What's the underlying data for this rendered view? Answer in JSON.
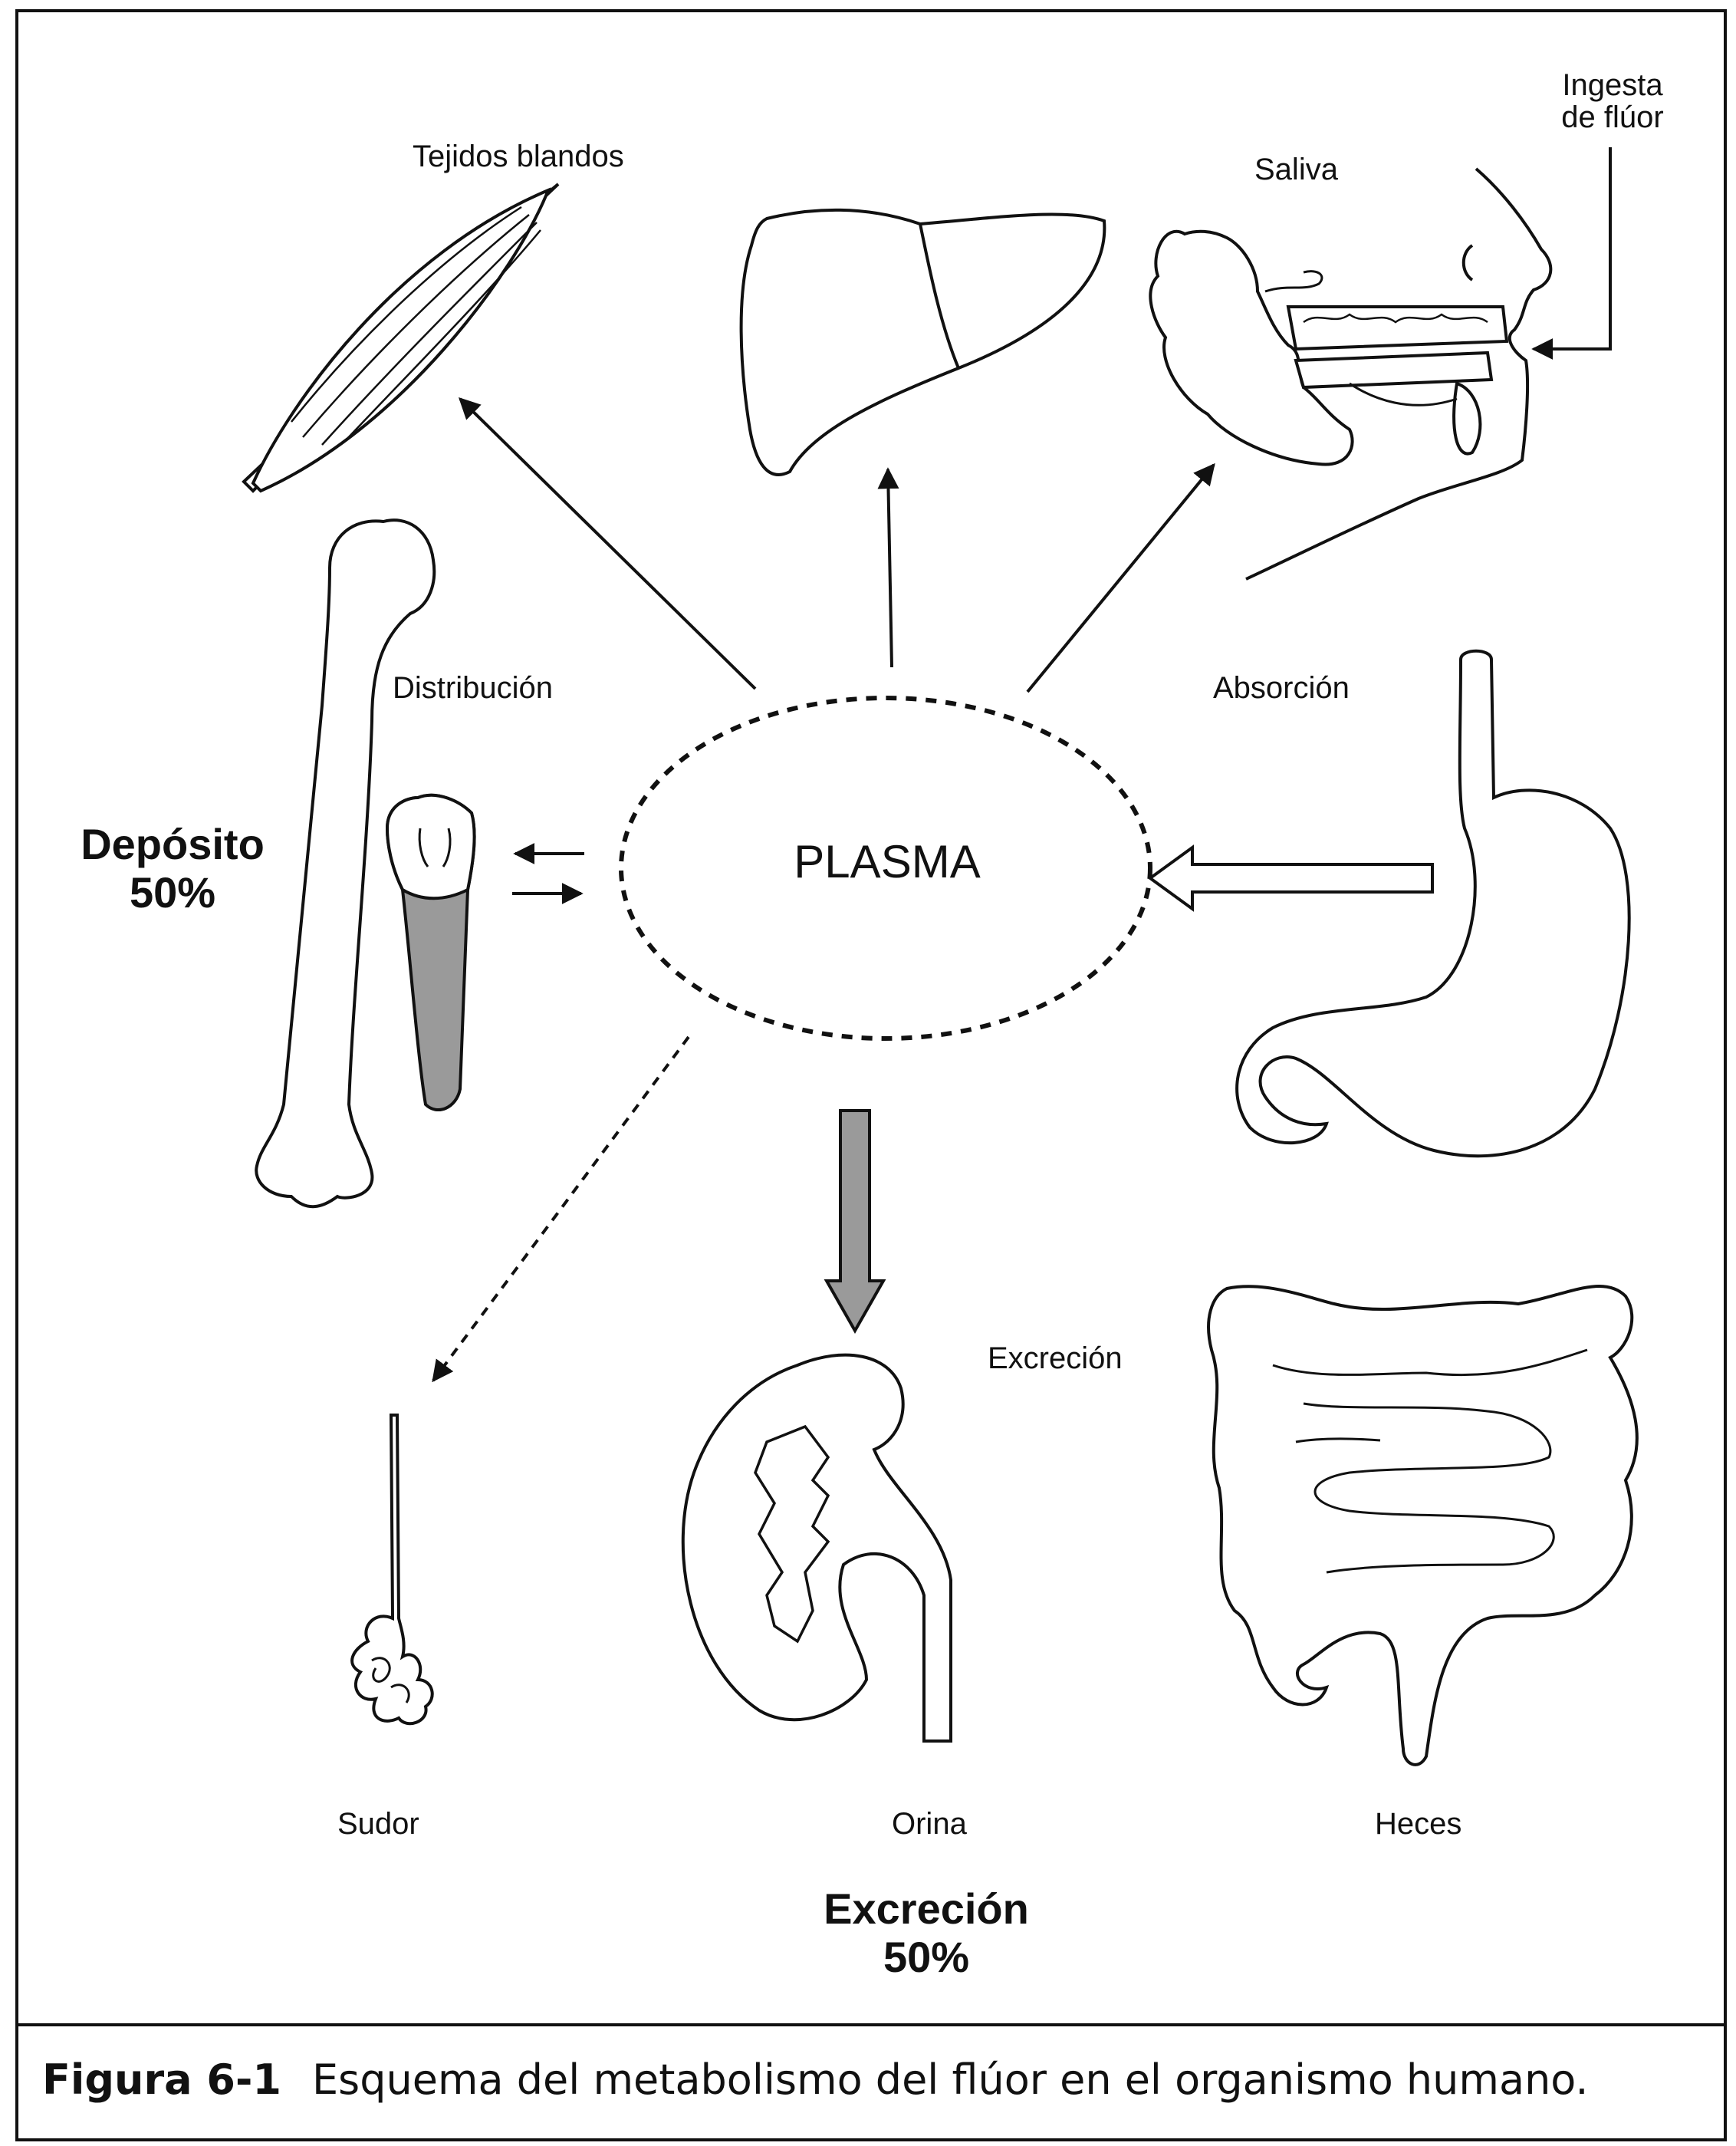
{
  "diagram": {
    "center": "PLASMA",
    "labels": {
      "tejidos_blandos": "Tejidos blandos",
      "saliva": "Saliva",
      "ingesta_line1": "Ingesta",
      "ingesta_line2": "de flúor",
      "distribucion": "Distribución",
      "absorcion": "Absorción",
      "deposito_line1": "Depósito",
      "deposito_line2": "50%",
      "excrecion": "Excreción",
      "sudor": "Sudor",
      "orina": "Orina",
      "heces": "Heces",
      "excrecion_total_line1": "Excreción",
      "excrecion_total_line2": "50%"
    }
  },
  "caption": {
    "number": "Figura 6-1",
    "text": "Esquema del metabolismo del flúor en el organismo humano."
  },
  "colors": {
    "line": "#111111",
    "gray_fill": "#9a9a9a"
  }
}
